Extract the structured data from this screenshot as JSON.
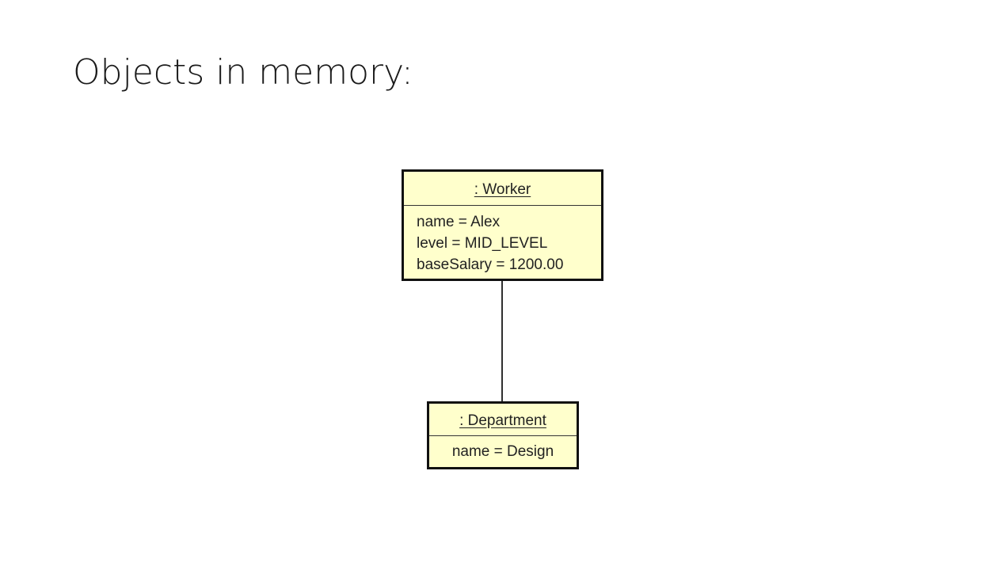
{
  "slide": {
    "title": "Objects in memory:"
  },
  "objects": {
    "worker": {
      "header": ": Worker",
      "attributes": [
        "name = Alex",
        "level = MID_LEVEL",
        "baseSalary = 1200.00"
      ]
    },
    "department": {
      "header": ": Department",
      "attributes": [
        "name = Design"
      ]
    }
  },
  "colors": {
    "object_fill": "#ffffcc",
    "object_border": "#111111",
    "connector": "#303030"
  }
}
